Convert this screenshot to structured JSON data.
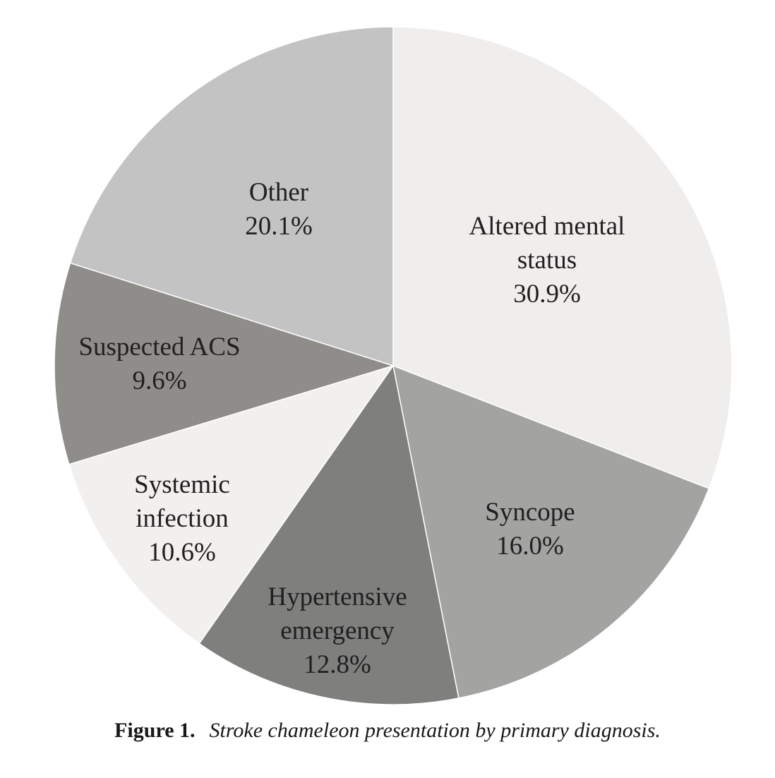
{
  "figure": {
    "caption_label": "Figure 1.",
    "caption_text": "Stroke chameleon presentation by primary diagnosis."
  },
  "chart_data": {
    "type": "pie",
    "title": "Stroke chameleon presentation by primary diagnosis",
    "unit": "percent",
    "start_angle_deg": 0,
    "direction": "clockwise",
    "total": 100.0,
    "slice_border_color": "#ffffff",
    "slices": [
      {
        "label": "Altered mental status",
        "label_lines": [
          "Altered mental",
          "status"
        ],
        "value": 30.9,
        "color": "#efeeec",
        "label_radius": 0.55
      },
      {
        "label": "Syncope",
        "label_lines": [
          "Syncope"
        ],
        "value": 16.0,
        "color": "#a3a3a1",
        "label_radius": 0.63
      },
      {
        "label": "Hypertensive emergency",
        "label_lines": [
          "Hypertensive",
          "emergency"
        ],
        "value": 12.8,
        "color": "#7f7f7d",
        "label_radius": 0.8
      },
      {
        "label": "Systemic infection",
        "label_lines": [
          "Systemic",
          "infection"
        ],
        "value": 10.6,
        "color": "#f1f0ee",
        "label_radius": 0.77
      },
      {
        "label": "Suspected ACS",
        "label_lines": [
          "Suspected ACS"
        ],
        "value": 9.6,
        "color": "#8f8d8a",
        "label_radius": 0.69
      },
      {
        "label": "Other",
        "label_lines": [
          "Other"
        ],
        "value": 20.1,
        "color": "#c3c3c3",
        "label_radius": 0.57
      }
    ]
  }
}
